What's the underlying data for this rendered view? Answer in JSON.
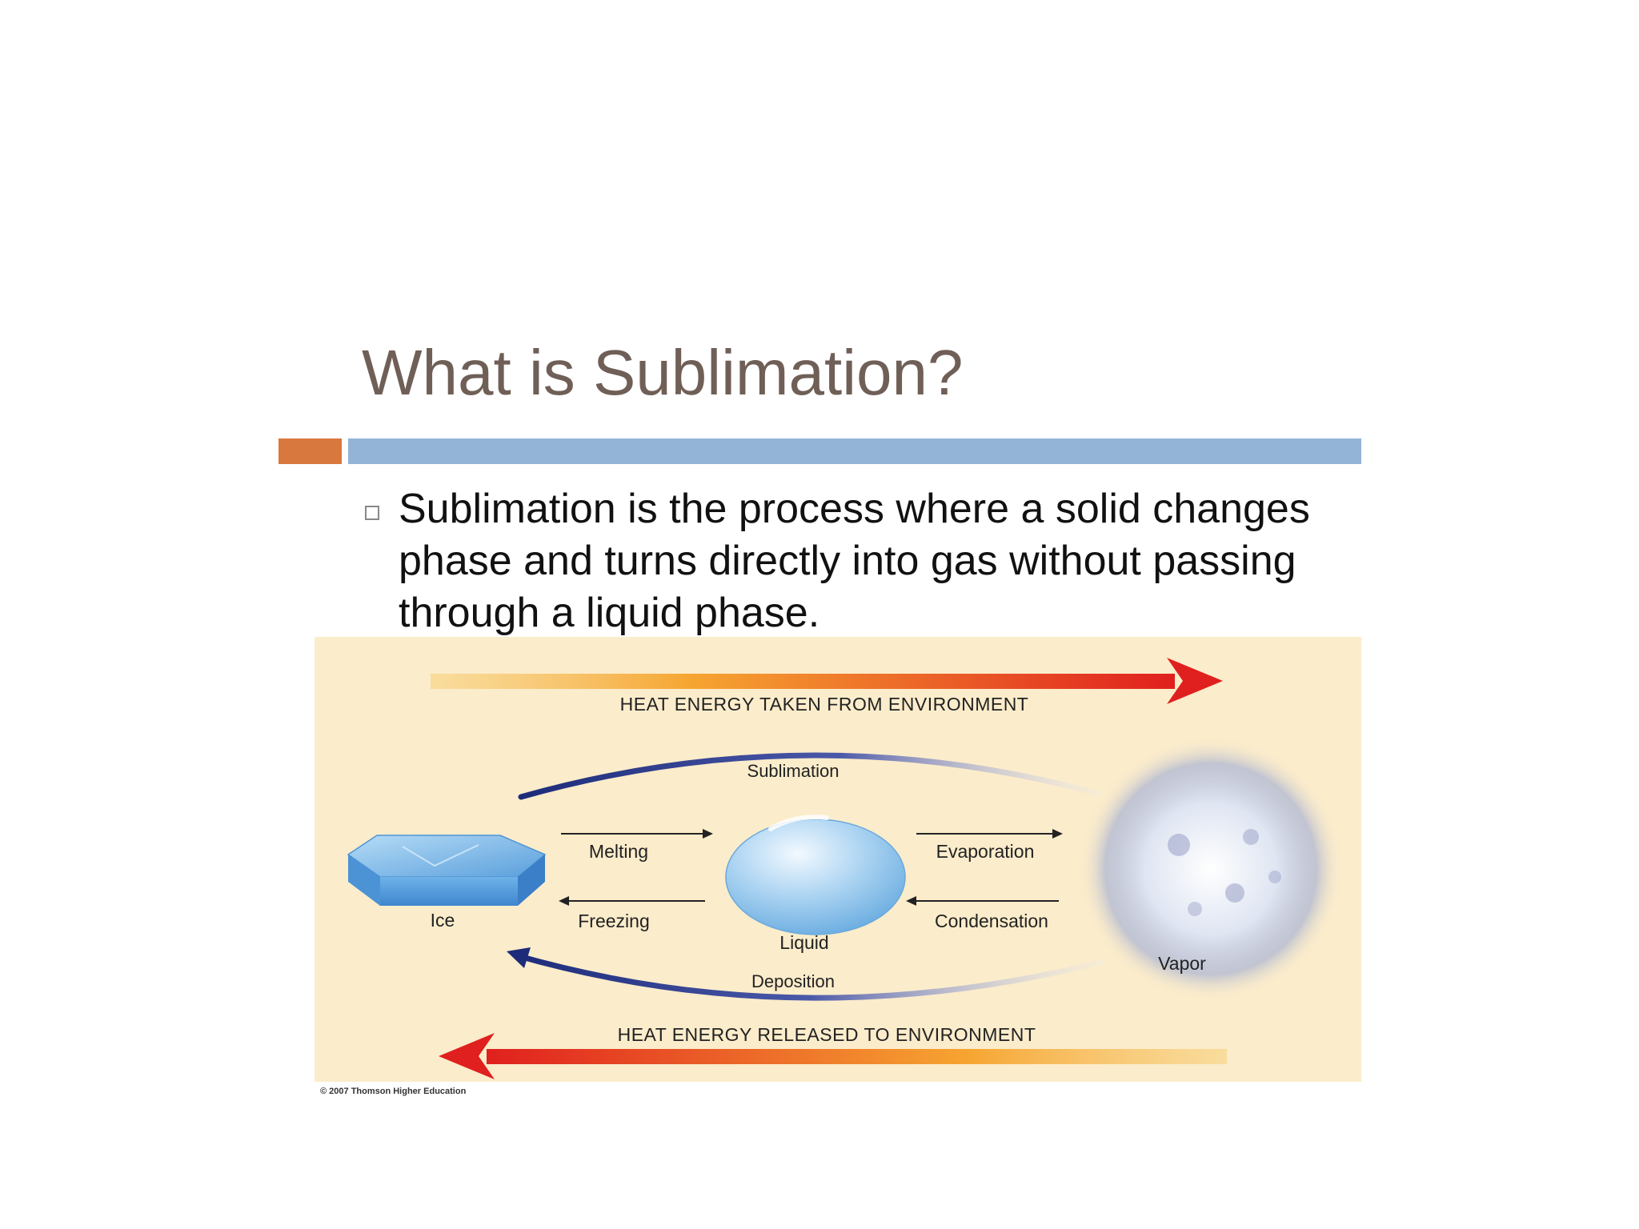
{
  "slide": {
    "title": "What is Sublimation?",
    "bullet": "Sublimation is the process where a solid changes phase and turns directly into gas without passing through a liquid phase."
  },
  "diagram": {
    "heat_taken": "HEAT ENERGY TAKEN FROM ENVIRONMENT",
    "heat_released": "HEAT ENERGY RELEASED TO ENVIRONMENT",
    "sublimation": "Sublimation",
    "deposition": "Deposition",
    "melting": "Melting",
    "freezing": "Freezing",
    "evaporation": "Evaporation",
    "condensation": "Condensation",
    "ice": "Ice",
    "liquid": "Liquid",
    "vapor": "Vapor",
    "copyright": "© 2007 Thomson Higher Education"
  },
  "colors": {
    "title": "#6f5f57",
    "accent_orange": "#d9783e",
    "accent_blue": "#93b4d6",
    "panel_background": "#fbeccb",
    "arrow_red": "#e0201e",
    "arrow_orange": "#f6b03a",
    "arrow_navy": "#1d2c7a"
  }
}
